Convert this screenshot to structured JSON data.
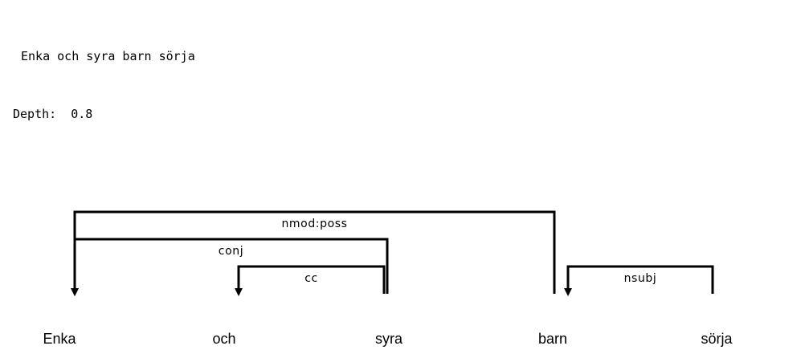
{
  "header": {
    "sentence": "Enka och syra barn sörja",
    "depth_label": "Depth:",
    "depth_value": "0.8"
  },
  "tokens": [
    "Enka",
    "och",
    "syra",
    "barn",
    "sörja"
  ],
  "arcs": [
    {
      "label": "nmod:poss",
      "from": 3,
      "to": 0
    },
    {
      "label": "conj",
      "from": 2,
      "to": 0
    },
    {
      "label": "cc",
      "from": 2,
      "to": 1
    },
    {
      "label": "nsubj",
      "from": 4,
      "to": 3
    }
  ],
  "colors": {
    "line": "#000000",
    "text": "#000000",
    "background": "#ffffff"
  }
}
